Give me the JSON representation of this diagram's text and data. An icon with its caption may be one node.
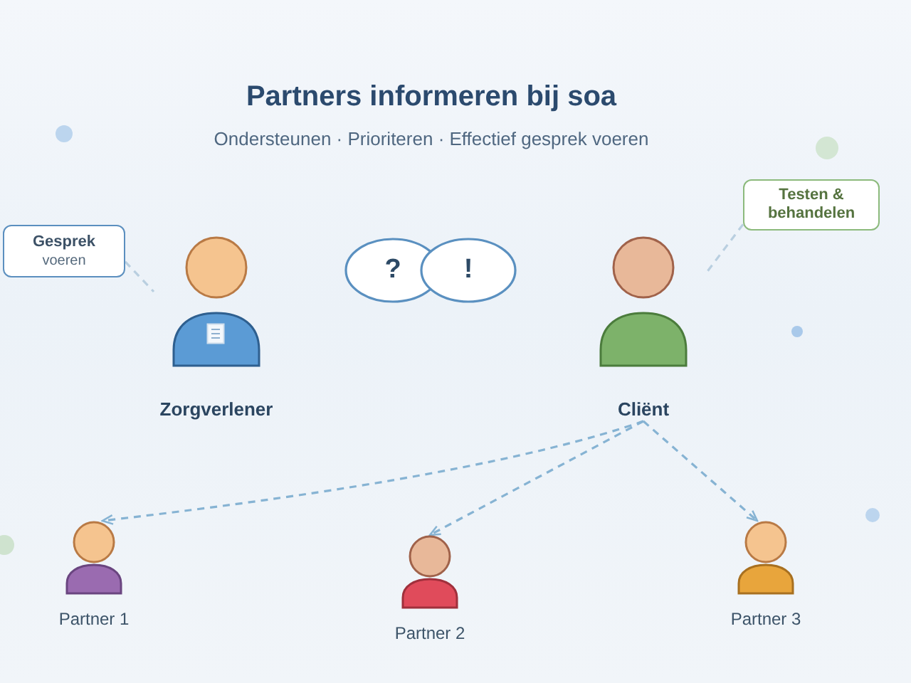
{
  "diagram": {
    "title": "Partners informeren bij soa",
    "nodes": [
      {
        "text": [
          "Gesprek",
          "voeren"
        ]
      },
      {
        "text": [
          "Zorgverlener"
        ]
      },
      {
        "text": [
          "?"
        ]
      },
      {
        "text": [
          "!"
        ]
      },
      {
        "text": [
          "Cliënt"
        ]
      },
      {
        "text": [
          "Testen & behandelen"
        ]
      },
      {
        "text": [
          "Partner 1"
        ]
      },
      {
        "text": [
          "Partner 2"
        ]
      },
      {
        "text": [
          "Partner 3"
        ]
      }
    ],
    "edges": [
      {
        "from": 0,
        "to": 1,
        "arrow": "none",
        "style": "dashed",
        "color": "#b9cfe0"
      },
      {
        "from": 5,
        "to": 4,
        "arrow": "none",
        "style": "dashed",
        "color": "#b9cfe0"
      },
      {
        "from": 4,
        "to": 6,
        "arrow": "to",
        "style": "dashed"
      },
      {
        "from": 4,
        "to": 7,
        "arrow": "to",
        "style": "dashed"
      },
      {
        "from": 4,
        "to": 8,
        "arrow": "to",
        "style": "dashed"
      }
    ],
    "labels": [
      "Ondersteunen · Prioriteren · Effectief gesprek voeren"
    ]
  }
}
